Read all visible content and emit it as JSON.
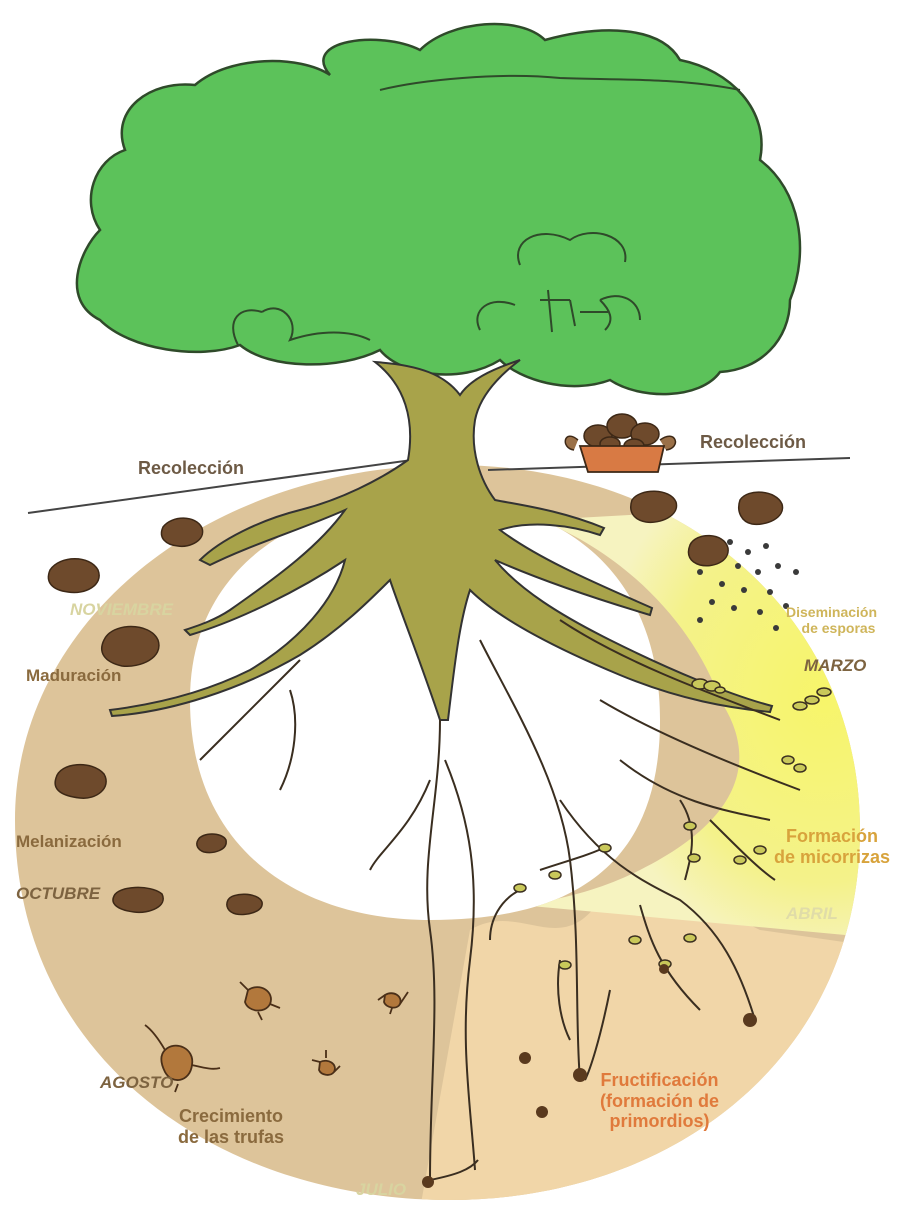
{
  "labels": {
    "recoleccion_left": "Recolección",
    "recoleccion_right": "Recolección",
    "diseminacion": [
      "Diseminación",
      "de esporas"
    ],
    "marzo": "MARZO",
    "formacion": [
      "Formación",
      "de micorrizas"
    ],
    "abril": "ABRIL",
    "fructificacion": [
      "Fructificación",
      "(formación de",
      "primordios)"
    ],
    "julio": "JULIO",
    "crecimiento": [
      "Crecimiento",
      "de las trufas"
    ],
    "agosto": "AGOSTO",
    "octubre": "OCTUBRE",
    "melanizacion": "Melanización",
    "maduracion": "Maduración",
    "noviembre": "NOVIEMBRE"
  },
  "colors": {
    "canopy": "#5cc25a",
    "trunk": "#a8a34a",
    "ring_brown": "#ddc49a",
    "ring_yellow": "#f4f28a",
    "truffle": "#6e4a2c",
    "stage_text": "#8a6a3e",
    "month_dark": "#7d6340",
    "month_light": "#d8d4a0",
    "fruit_text": "#e07a3c",
    "micorr_text": "#d8a33c"
  },
  "icons": {
    "tree": "oak-tree-icon",
    "basket": "truffle-basket-icon",
    "truffle": "truffle-icon",
    "spores": "spore-dots-icon"
  }
}
